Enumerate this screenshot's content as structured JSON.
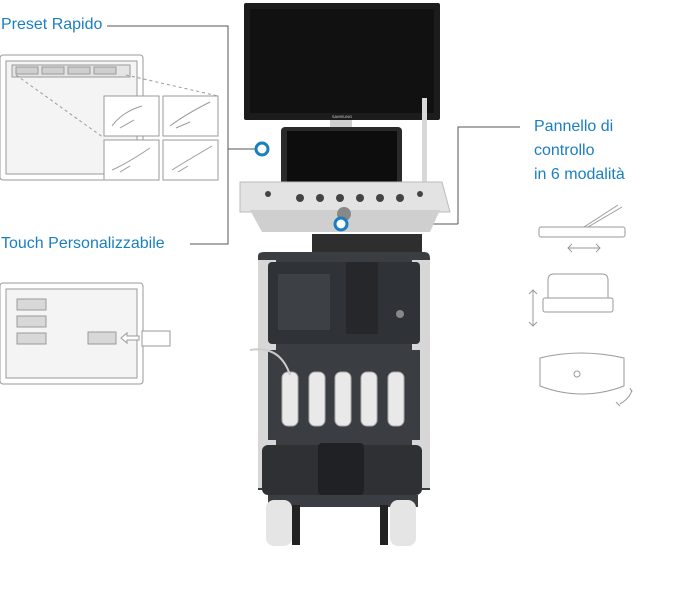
{
  "labels": {
    "preset": "Preset Rapido",
    "touch": "Touch Personalizzabile",
    "panel_line1": "Pannello di",
    "panel_line2": "controllo",
    "panel_line3": "in 6 modalità"
  },
  "colors": {
    "accent": "#1a7fc1",
    "line": "#555555",
    "illustration": "#9a9a9a",
    "screen": "#111111"
  },
  "monitor_brand": "SAMSUNG"
}
